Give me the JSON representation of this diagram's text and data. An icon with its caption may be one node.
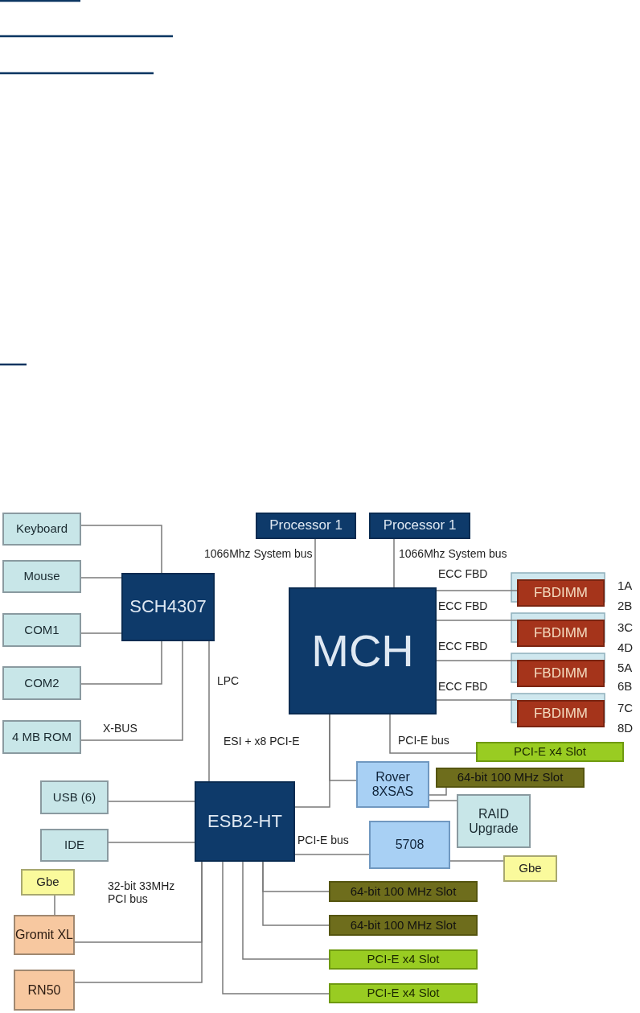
{
  "diagram": {
    "nodes": [
      {
        "text": [
          "Keyboard"
        ]
      },
      {
        "text": [
          "Mouse"
        ]
      },
      {
        "text": [
          "COM1"
        ]
      },
      {
        "text": [
          "COM2"
        ]
      },
      {
        "text": [
          "4 MB ROM"
        ]
      },
      {
        "text": [
          "SCH4307"
        ]
      },
      {
        "text": [
          "Processor 1"
        ]
      },
      {
        "text": [
          "Processor 1"
        ]
      },
      {
        "text": [
          "MCH"
        ]
      },
      {
        "text": [
          "FBDIMM"
        ]
      },
      {
        "text": [
          "FBDIMM"
        ]
      },
      {
        "text": [
          "FBDIMM"
        ]
      },
      {
        "text": [
          "FBDIMM"
        ]
      },
      {
        "text": [
          "PCI-E x4 Slot"
        ]
      },
      {
        "text": [
          "ESB2-HT"
        ]
      },
      {
        "text": [
          "USB (6)"
        ]
      },
      {
        "text": [
          "IDE"
        ]
      },
      {
        "text": [
          "Rover 8XSAS"
        ]
      },
      {
        "text": [
          "64-bit 100 MHz Slot"
        ]
      },
      {
        "text": [
          "RAID Upgrade"
        ]
      },
      {
        "text": [
          "5708"
        ]
      },
      {
        "text": [
          "Gbe"
        ]
      },
      {
        "text": [
          "Gbe"
        ]
      },
      {
        "text": [
          "Gromit XL"
        ]
      },
      {
        "text": [
          "RN50"
        ]
      },
      {
        "text": [
          "64-bit 100 MHz Slot"
        ]
      },
      {
        "text": [
          "64-bit 100 MHz Slot"
        ]
      },
      {
        "text": [
          "PCI-E x4 Slot"
        ]
      },
      {
        "text": [
          "PCI-E x4 Slot"
        ]
      }
    ],
    "edges": [
      {
        "from": 0,
        "to": 5,
        "arrow": "none"
      },
      {
        "from": 1,
        "to": 5,
        "arrow": "none"
      },
      {
        "from": 2,
        "to": 5,
        "arrow": "none"
      },
      {
        "from": 3,
        "to": 5,
        "arrow": "none"
      },
      {
        "from": 4,
        "to": 5,
        "arrow": "none",
        "label": "X-BUS"
      },
      {
        "from": 6,
        "to": 8,
        "arrow": "none",
        "label": "1066Mhz System bus"
      },
      {
        "from": 7,
        "to": 8,
        "arrow": "none",
        "label": "1066Mhz System bus"
      },
      {
        "from": 8,
        "to": 9,
        "arrow": "none",
        "label": "ECC FBD"
      },
      {
        "from": 8,
        "to": 10,
        "arrow": "none",
        "label": "ECC FBD"
      },
      {
        "from": 8,
        "to": 11,
        "arrow": "none",
        "label": "ECC FBD"
      },
      {
        "from": 8,
        "to": 12,
        "arrow": "none",
        "label": "ECC FBD"
      },
      {
        "from": 8,
        "to": 13,
        "arrow": "none",
        "label": "PCI-E bus"
      },
      {
        "from": 5,
        "to": 14,
        "arrow": "none",
        "label": "LPC"
      },
      {
        "from": 8,
        "to": 14,
        "arrow": "none",
        "label": "ESI + x8 PCI-E"
      },
      {
        "from": 8,
        "to": 17,
        "arrow": "none"
      },
      {
        "from": 15,
        "to": 14,
        "arrow": "none"
      },
      {
        "from": 16,
        "to": 14,
        "arrow": "none"
      },
      {
        "from": 17,
        "to": 18,
        "arrow": "none"
      },
      {
        "from": 17,
        "to": 19,
        "arrow": "none"
      },
      {
        "from": 14,
        "to": 20,
        "arrow": "none",
        "label": "PCI-E bus"
      },
      {
        "from": 20,
        "to": 21,
        "arrow": "none"
      },
      {
        "from": 22,
        "to": 23,
        "arrow": "none"
      },
      {
        "from": 23,
        "to": 14,
        "arrow": "none",
        "label": "32-bit 33MHz PCI bus"
      },
      {
        "from": 24,
        "to": 14,
        "arrow": "none"
      },
      {
        "from": 14,
        "to": 25,
        "arrow": "none"
      },
      {
        "from": 14,
        "to": 26,
        "arrow": "none"
      },
      {
        "from": 14,
        "to": 27,
        "arrow": "none"
      },
      {
        "from": 14,
        "to": 28,
        "arrow": "none"
      }
    ],
    "labels": [
      "1A",
      "2B",
      "3C",
      "4D",
      "5A",
      "6B",
      "7C",
      "8D"
    ]
  }
}
